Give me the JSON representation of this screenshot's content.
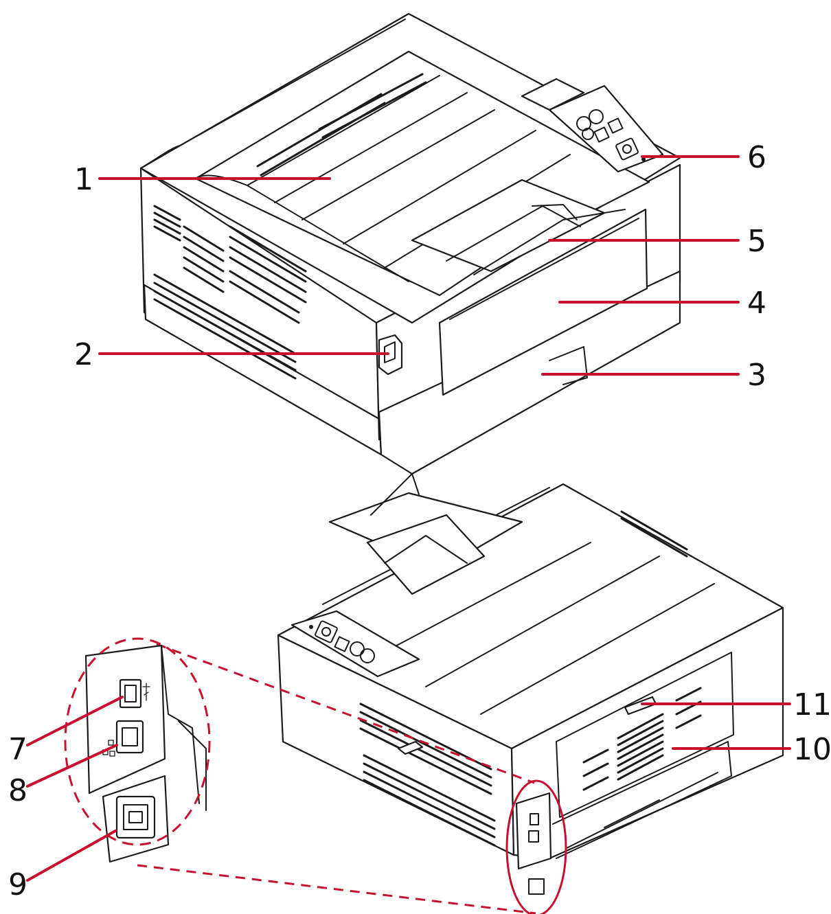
{
  "diagram": {
    "accent_color": "#c8102e",
    "callouts": [
      {
        "id": "1",
        "label": "1"
      },
      {
        "id": "2",
        "label": "2"
      },
      {
        "id": "3",
        "label": "3"
      },
      {
        "id": "4",
        "label": "4"
      },
      {
        "id": "5",
        "label": "5"
      },
      {
        "id": "6",
        "label": "6"
      },
      {
        "id": "7",
        "label": "7"
      },
      {
        "id": "8",
        "label": "8"
      },
      {
        "id": "9",
        "label": "9"
      },
      {
        "id": "10",
        "label": "10"
      },
      {
        "id": "11",
        "label": "11"
      }
    ],
    "views": [
      "printer-front-view",
      "printer-rear-view",
      "rear-port-detail-zoom"
    ],
    "icons": [
      "usb-icon",
      "network-icon",
      "power-icon"
    ]
  }
}
